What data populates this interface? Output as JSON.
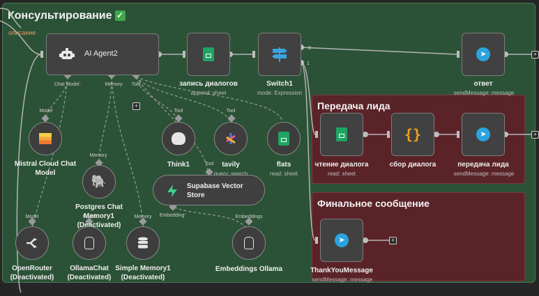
{
  "groups": {
    "main": {
      "title": "Консультирование",
      "description": "описание"
    },
    "lead_transfer": {
      "title": "Передача лида"
    },
    "final_message": {
      "title": "Финальное сообщение"
    }
  },
  "nodes": {
    "ai_agent": {
      "label": "AI Agent2",
      "ports": {
        "chat_model": "Chat Model",
        "memory": "Memory",
        "tool": "Tool"
      }
    },
    "dialog_record": {
      "label": "запись диалогов",
      "sub": "append: sheet"
    },
    "switch": {
      "label": "Switch1",
      "sub": "mode: Expression",
      "out0": "0",
      "out1": "1"
    },
    "answer": {
      "label": "ответ",
      "sub": "sendMessage: message"
    },
    "read_dialog": {
      "label": "чтение диалога",
      "sub": "read: sheet"
    },
    "collect_dialog": {
      "label": "сбор диалога"
    },
    "transfer_lead": {
      "label": "передача лида",
      "sub": "sendMessage: message"
    },
    "thankyou": {
      "label": "ThankYouMessage",
      "sub": "sendMessage: message"
    },
    "mistral": {
      "label": "Mistral Cloud Chat\nModel",
      "port": "Model"
    },
    "postgres": {
      "label": "Postgres Chat\nMemory1\n(Deactivated)",
      "port": "Memory"
    },
    "think": {
      "label": "Think1",
      "port": "Tool"
    },
    "tavily": {
      "label": "tavily",
      "sub": "query: search",
      "port": "Tool"
    },
    "flats": {
      "label": "flats",
      "sub": "read: sheet"
    },
    "supabase": {
      "label": "Supabase Vector\nStore",
      "port_top": "Tool",
      "port_bottom": "Embedding"
    },
    "openrouter": {
      "label": "OpenRouter\n(Deactivated)",
      "port": "Model"
    },
    "ollama_chat": {
      "label": "OllamaChat\n(Deactivated)",
      "port": "Model"
    },
    "simple_memory": {
      "label": "Simple Memory1\n(Deactivated)",
      "port": "Memory"
    },
    "embeddings_ollama": {
      "label": "Embeddings Ollama",
      "port": "Embeddings"
    }
  },
  "icons": {
    "agent": "robot-icon",
    "sheets": "google-sheets-icon",
    "switch": "signpost-icon",
    "telegram": "telegram-icon",
    "code": "curly-braces-icon",
    "brain": "brain-icon",
    "tavily": "tavily-icon",
    "mistral": "mistral-icon",
    "postgres": "elephant-icon",
    "openrouter": "openrouter-icon",
    "ollama": "llama-icon",
    "database": "database-icon",
    "supabase": "supabase-icon"
  },
  "colors": {
    "main_group": "#2b5236",
    "red_group": "#5a2328",
    "required_port": "#e0506a",
    "description": "#e89a6a"
  }
}
